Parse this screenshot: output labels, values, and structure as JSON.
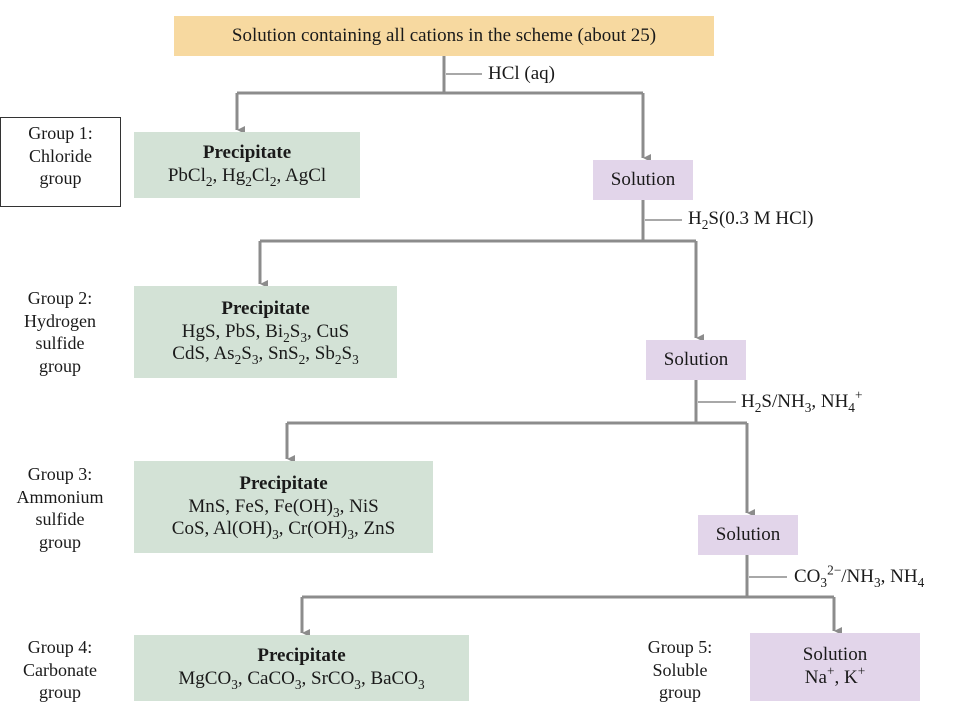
{
  "top_box": {
    "text": "Solution containing all cations in the scheme (about 25)"
  },
  "reagents": {
    "r1": "HCl (aq)",
    "r2": {
      "a": "H",
      "b": "2",
      "c": "S(0.3 M HCl)"
    },
    "r3": {
      "a": "H",
      "b": "2",
      "c": "S/NH",
      "d": "3",
      "e": ", NH",
      "f": "4",
      "g": "+"
    },
    "r4": {
      "a": "CO",
      "b": "3",
      "c": "2−",
      "d": "/NH",
      "e": "3",
      "f": ", NH",
      "g": "4"
    }
  },
  "groups": {
    "g1": {
      "line1": "Group 1:",
      "line2": "Chloride",
      "line3": "group"
    },
    "g2": {
      "line1": "Group 2:",
      "line2": "Hydrogen",
      "line3": "sulfide",
      "line4": "group"
    },
    "g3": {
      "line1": "Group 3:",
      "line2": "Ammonium",
      "line3": "sulfide",
      "line4": "group"
    },
    "g4": {
      "line1": "Group 4:",
      "line2": "Carbonate",
      "line3": "group"
    },
    "g5": {
      "line1": "Group 5:",
      "line2": "Soluble",
      "line3": "group"
    }
  },
  "precipitate_title": "Precipitate",
  "solution_label": "Solution",
  "p1": {
    "a": "PbCl",
    "b": "2",
    "c": ", Hg",
    "d": "2",
    "e": "Cl",
    "f": "2",
    "g": ", AgCl"
  },
  "p2": {
    "l1": {
      "a": "HgS, PbS, Bi",
      "b": "2",
      "c": "S",
      "d": "3",
      "e": ", CuS"
    },
    "l2": {
      "a": "CdS, As",
      "b": "2",
      "c": "S",
      "d": "3",
      "e": ", SnS",
      "f": "2",
      "g": ", Sb",
      "h": "2",
      "i": "S",
      "j": "3"
    }
  },
  "p3": {
    "l1": {
      "a": "MnS, FeS, Fe(OH)",
      "b": "3",
      "c": ", NiS"
    },
    "l2": {
      "a": "CoS, Al(OH)",
      "b": "3",
      "c": ", Cr(OH)",
      "d": "3",
      "e": ", ZnS"
    }
  },
  "p4": {
    "a": "MgCO",
    "b": "3",
    "c": ", CaCO",
    "d": "3",
    "e": ", SrCO",
    "f": "3",
    "g": ", BaCO",
    "h": "3"
  },
  "final_solution": {
    "title": "Solution",
    "a": "Na",
    "b": "+",
    "c": ", K",
    "d": "+"
  },
  "colors": {
    "top": "#f7d9a0",
    "precipitate": "#d3e2d6",
    "solution": "#e2d5ea",
    "line": "#8c8c8c"
  }
}
